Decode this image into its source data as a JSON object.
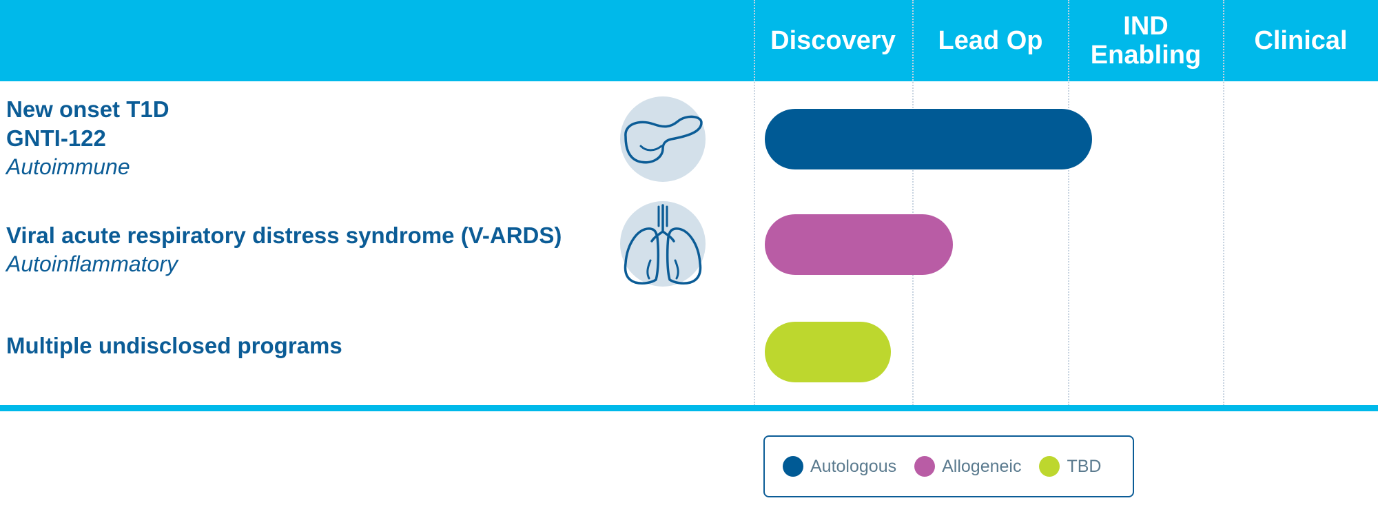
{
  "colors": {
    "header": "#00b9ea",
    "autologous": "#005a95",
    "allogeneic": "#b95ca5",
    "tbd": "#bdd72e",
    "text": "#0b5c96"
  },
  "stages": [
    "Discovery",
    "Lead Op",
    "IND\nEnabling",
    "Clinical"
  ],
  "programs": [
    {
      "lines": [
        "New onset T1D",
        "GNTI-122"
      ],
      "category": "Autoimmune",
      "icon": "pancreas-icon",
      "type": "Autologous",
      "progress": 2.2
    },
    {
      "lines": [
        "Viral acute respiratory distress syndrome (V-ARDS)"
      ],
      "category": "Autoinflammatory",
      "icon": "lungs-icon",
      "type": "Allogeneic",
      "progress": 1.3
    },
    {
      "lines": [
        "Multiple undisclosed programs"
      ],
      "category": "",
      "icon": "",
      "type": "TBD",
      "progress": 0.9
    }
  ],
  "legend": [
    {
      "label": "Autologous",
      "color": "#005a95"
    },
    {
      "label": "Allogeneic",
      "color": "#b95ca5"
    },
    {
      "label": "TBD",
      "color": "#bdd72e"
    }
  ]
}
